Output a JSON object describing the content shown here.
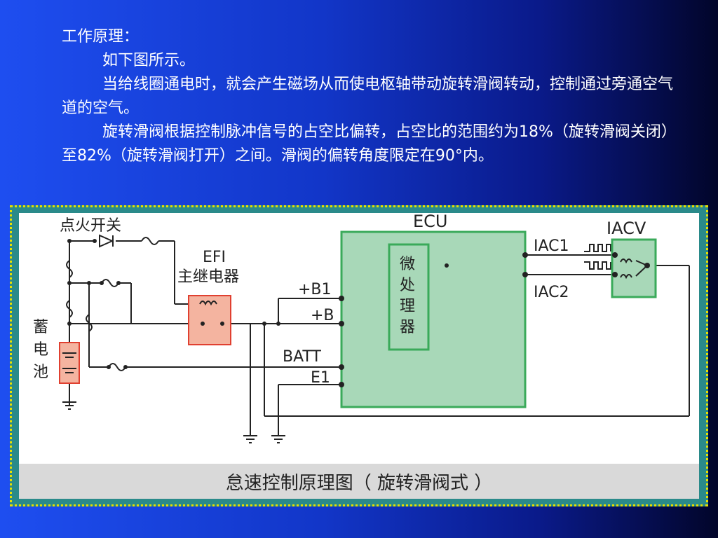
{
  "text": {
    "heading": "工作原理：",
    "line1": "如下图所示。",
    "line2": "当给线圈通电时，就会产生磁场从而使电枢轴带动旋转滑阀转动，控制通过旁通空气道的空气。",
    "line3": "旋转滑阀根据控制脉冲信号的占空比偏转，占空比的范围约为18%（旋转滑阀关闭）至82%（旋转滑阀打开）之间。滑阀的偏转角度限定在90°内。"
  },
  "diagram": {
    "ignition_switch": "点火开关",
    "efi_label_1": "EFI",
    "efi_label_2": "主继电器",
    "battery": [
      "蓄",
      "电",
      "池"
    ],
    "ecu": "ECU",
    "microprocessor": [
      "微",
      "处",
      "理",
      "器"
    ],
    "iacv": "IACV",
    "iac1": "IAC1",
    "iac2": "IAC2",
    "b1": "+B1",
    "b": "+B",
    "batt": "BATT",
    "e1": "E1",
    "caption": "怠速控制原理图（ 旋转滑阀式 ）"
  },
  "colors": {
    "ecu_fill": "#a8d8b8",
    "ecu_border": "#3aaa5a",
    "relay_fill": "#f4b4a0",
    "relay_border": "#e04030"
  }
}
